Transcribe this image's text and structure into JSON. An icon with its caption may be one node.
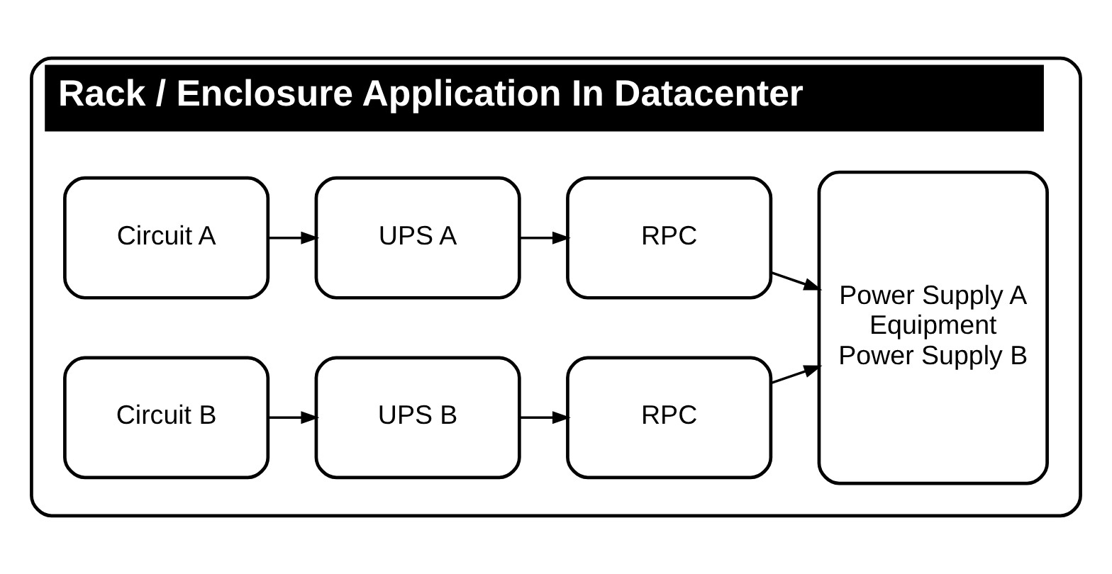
{
  "diagram": {
    "nodes": [
      {
        "text": [
          "Rack / Enclosure Application In Datacenter"
        ]
      },
      {
        "text": [
          "Circuit A"
        ],
        "in": 0
      },
      {
        "text": [
          "UPS A"
        ],
        "in": 0
      },
      {
        "text": [
          "RPC"
        ],
        "in": 0
      },
      {
        "text": [
          "Power Supply A",
          "Equipment",
          "Power Supply B"
        ],
        "in": 0
      },
      {
        "text": [
          "Circuit B"
        ],
        "in": 0
      },
      {
        "text": [
          "UPS B"
        ],
        "in": 0
      },
      {
        "text": [
          "RPC"
        ],
        "in": 0
      }
    ],
    "edges": [
      {
        "from": 1,
        "to": 2,
        "arrow": "to"
      },
      {
        "from": 2,
        "to": 3,
        "arrow": "to"
      },
      {
        "from": 3,
        "to": 4,
        "arrow": "to"
      },
      {
        "from": 5,
        "to": 6,
        "arrow": "to"
      },
      {
        "from": 6,
        "to": 7,
        "arrow": "to"
      },
      {
        "from": 7,
        "to": 4,
        "arrow": "to"
      }
    ]
  }
}
